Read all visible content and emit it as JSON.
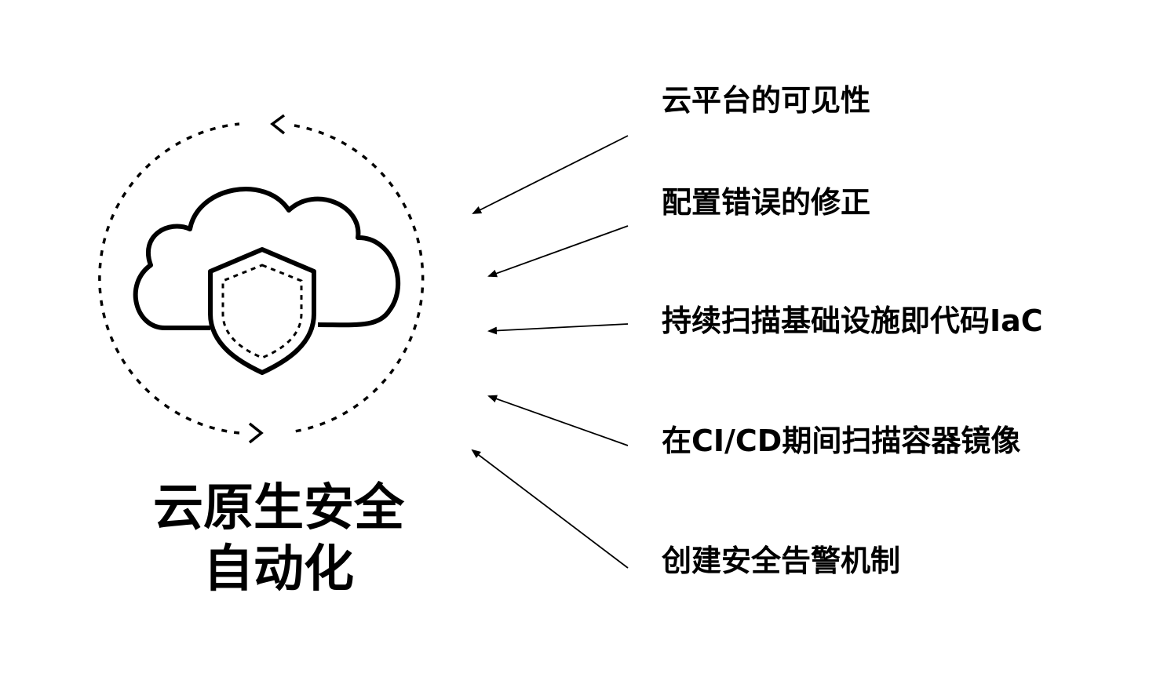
{
  "title": {
    "line1": "云原生安全",
    "line2": "自动化"
  },
  "items": [
    {
      "label": "云平台的可见性"
    },
    {
      "label": "配置错误的修正"
    },
    {
      "label": "持续扫描基础设施即代码IaC"
    },
    {
      "label": "在CI/CD期间扫描容器镜像"
    },
    {
      "label": "创建安全告警机制"
    }
  ],
  "icons": [
    "cloud-icon",
    "shield-icon",
    "cycle-arrows-icon"
  ],
  "colors": {
    "ink": "#000000",
    "background": "#ffffff"
  }
}
